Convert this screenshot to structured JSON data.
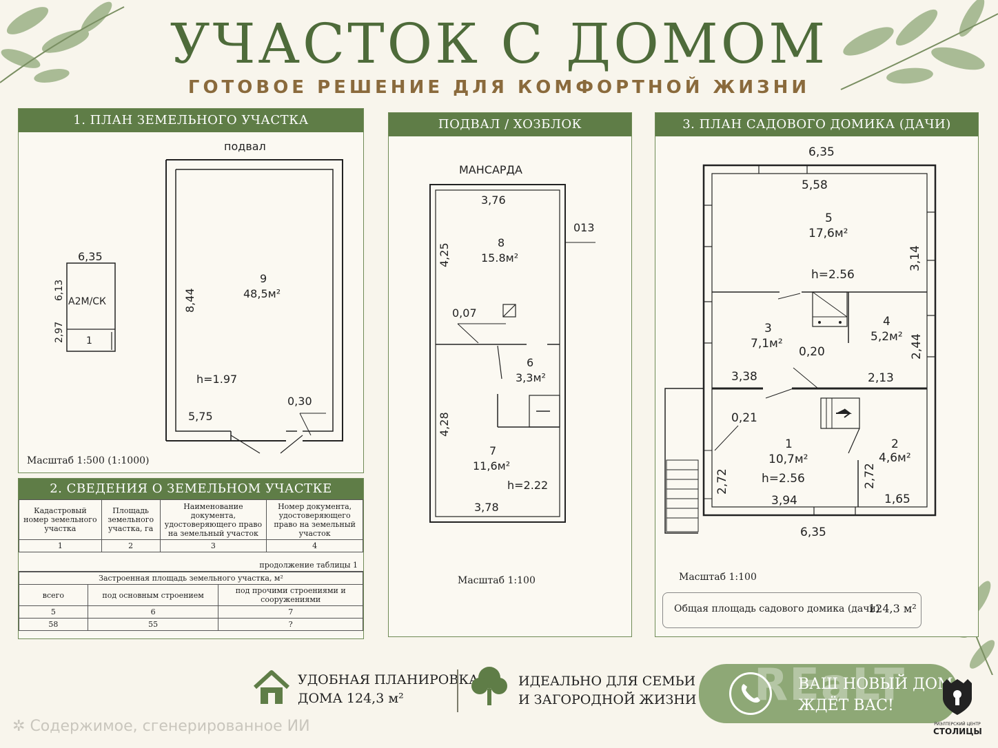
{
  "header": {
    "title": "УЧАСТОК С ДОМОМ",
    "subtitle": "ГОТОВОЕ РЕШЕНИЕ ДЛЯ КОМФОРТНОЙ ЖИЗНИ"
  },
  "panel1": {
    "title": "1. ПЛАН ЗЕМЕЛЬНОГО УЧАСТКА",
    "label_basement": "подвал",
    "small_top": "6,35",
    "small_left": "6,13",
    "small_left2": "2,97",
    "small_label": "А2М/СК",
    "small_num": "1",
    "room_num": "9",
    "room_area": "48,5м²",
    "dim_left": "8,44",
    "height": "h=1.97",
    "dim_bottom": "5,75",
    "dim_door": "0,30",
    "scale": "Масштаб 1:500 (1:1000)"
  },
  "panel2table": {
    "title": "2. СВЕДЕНИЯ О ЗЕМЕЛЬНОМ УЧАСТКЕ",
    "h1": "Кадастровый номер земельного участка",
    "h2": "Площадь земельного участка, га",
    "h3": "Наименование документа, удостоверяющего право на земельный участок",
    "h4": "Номер документа, удостоверяющего право на земельный участок",
    "n1": "1",
    "n2": "2",
    "n3": "3",
    "n4": "4",
    "continued": "продолжение таблицы 1",
    "built_area": "Застроенная площадь земельного участка, м²",
    "c1": "всего",
    "c2": "под основным строением",
    "c3": "под прочими строениями и сооружениями",
    "m1": "5",
    "m2": "6",
    "m3": "7",
    "v1": "58",
    "v2": "55",
    "v3": "?"
  },
  "panel2": {
    "title": "ПОДВАЛ / ХОЗБЛОК",
    "label_attic": "МАНСАРДА",
    "dim_top": "3,76",
    "dim_013": "013",
    "dim_left_top": "4,25",
    "room8_num": "8",
    "room8_area": "15.8м²",
    "dim_007": "0,07",
    "room6_num": "6",
    "room6_area": "3,3м²",
    "dim_left_bot": "4,28",
    "room7_num": "7",
    "room7_area": "11,6м²",
    "height": "h=2.22",
    "dim_bottom": "3,78",
    "scale": "Масштаб 1:100"
  },
  "panel3": {
    "title": "3. ПЛАН САДОВОГО ДОМИКА (ДАЧИ)",
    "dim_top_outer": "6,35",
    "dim_top_inner": "5,58",
    "room5_num": "5",
    "room5_area": "17,6м²",
    "dim_right_top": "3,14",
    "height_top": "h=2.56",
    "room3_num": "3",
    "room3_area": "7,1м²",
    "room4_num": "4",
    "room4_area": "5,2м²",
    "dim_020": "0,20",
    "dim_right_mid": "2,44",
    "dim_338": "3,38",
    "dim_213": "2,13",
    "dim_021": "0,21",
    "room1_num": "1",
    "room1_area": "10,7м²",
    "height_bot": "h=2.56",
    "room2_num": "2",
    "room2_area": "4,6м²",
    "dim_left_bot": "2,72",
    "dim_mid_bot": "2,72",
    "dim_394": "3,94",
    "dim_165": "1,65",
    "dim_bottom": "6,35",
    "scale": "Масштаб 1:100",
    "total_label": "Общая площадь садового домика (дачи)",
    "total_value": "124,3 м²"
  },
  "footer": {
    "feature1_line1": "УДОБНАЯ ПЛАНИРОВКА",
    "feature1_line2": "ДОМА  124,3 м²",
    "feature2_line1": "ИДЕАЛЬНО ДЛЯ СЕМЬИ",
    "feature2_line2": "И ЗАГОРОДНОЙ ЖИЗНИ",
    "cta_line1": "ВАШ НОВЫЙ ДОМ",
    "cta_line2": "ЖДЁТ ВАС!",
    "watermark": "REaLT",
    "logo_line1": "РИЭЛТЕРСКИЙ ЦЕНТР",
    "logo_line2": "СТОЛИЦЫ",
    "ai_note": "Содержимое, сгенерированное ИИ"
  },
  "colors": {
    "accent_green": "#5f7d47",
    "title_green": "#4e6b3a",
    "subtitle_brown": "#8a6a3c",
    "pill_green": "#8ea876",
    "background": "#f8f5ec"
  }
}
